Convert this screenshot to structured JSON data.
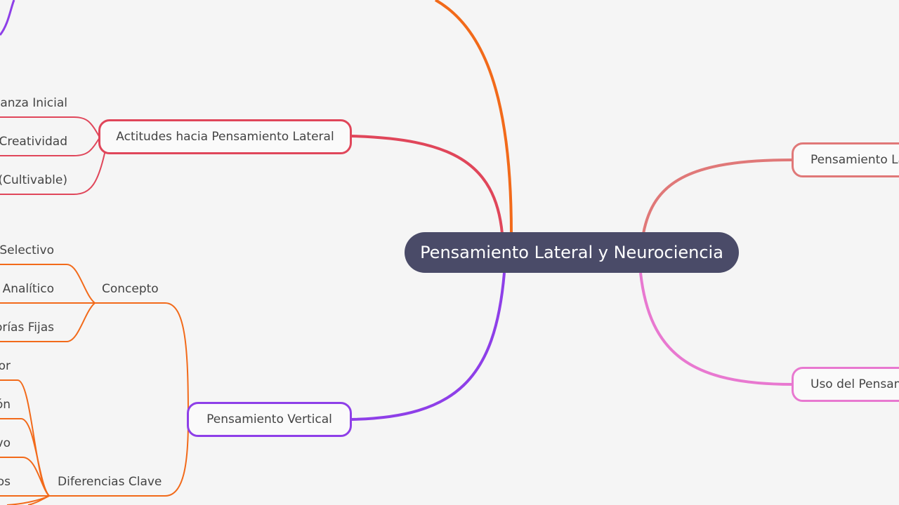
{
  "root": {
    "label": "Pensamiento Lateral y Neurociencia"
  },
  "colors": {
    "root_fill": "#4a4b68",
    "orange": "#f26a1a",
    "red": "#e0465a",
    "purple": "#8e3fe8",
    "salmon": "#e07878",
    "pink": "#e878d0"
  },
  "branches": {
    "actitudes": {
      "label": "Actitudes hacia Pensamiento Lateral",
      "children": [
        "ianza Inicial",
        "Creatividad",
        "(Cultivable)"
      ]
    },
    "vertical": {
      "label": "Pensamiento Vertical",
      "concepto": {
        "label": "Concepto",
        "children": [
          "Selectivo",
          "Analítico",
          "orías Fijas"
        ]
      },
      "diferencias": {
        "label": "Diferencias Clave",
        "children": [
          "or",
          "ón",
          "vo",
          "os"
        ]
      }
    },
    "lateral_right": {
      "label": "Pensamiento La"
    },
    "uso": {
      "label": "Uso del Pensam"
    }
  }
}
